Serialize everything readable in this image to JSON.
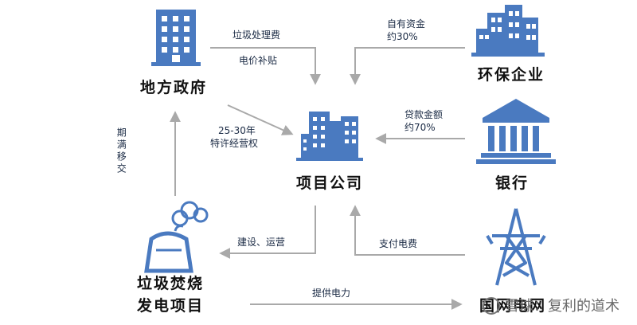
{
  "nodes": {
    "local_government": "地方政府",
    "environmental_enterprise": "环保企业",
    "project_company": "项目公司",
    "bank": "银行",
    "waste_power_project_line1": "垃圾焚烧",
    "waste_power_project_line2": "发电项目",
    "power_grid": "国网电网"
  },
  "edges": {
    "gov_to_company_line1": "垃圾处理费",
    "gov_to_company_line2": "电价补贴",
    "enterprise_to_company_line1": "自有资金",
    "enterprise_to_company_line2": "约30%",
    "bank_to_company_line1": "贷款金额",
    "bank_to_company_line2": "约70%",
    "concession_line1": "25-30年",
    "concession_line2": "特许经营权",
    "transfer_on_expiry": "期满移交",
    "build_operate": "建设、运营",
    "pay_electricity_fee": "支付电费",
    "supply_power": "提供电力"
  },
  "watermark": "雪球：复利的道术",
  "colors": {
    "icon": "#4a7ac0",
    "icon_light": "#8db0dd",
    "arrow": "#a9a9a9",
    "text": "#111111"
  }
}
